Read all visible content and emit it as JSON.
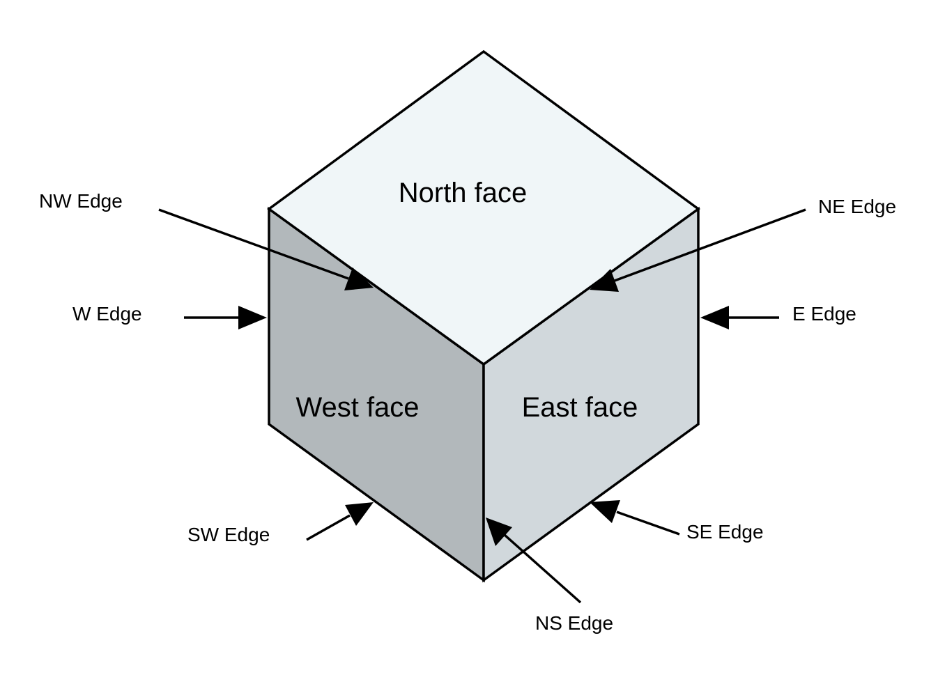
{
  "faces": {
    "north": {
      "label": "North face",
      "color": "#f0f6f8"
    },
    "west": {
      "label": "West face",
      "color": "#b2b8bb"
    },
    "east": {
      "label": "East face",
      "color": "#d1d8dc"
    }
  },
  "edges": {
    "nw": {
      "label": "NW Edge"
    },
    "ne": {
      "label": "NE Edge"
    },
    "w": {
      "label": "W Edge"
    },
    "e": {
      "label": "E Edge"
    },
    "sw": {
      "label": "SW Edge"
    },
    "se": {
      "label": "SE Edge"
    },
    "ns": {
      "label": "NS Edge"
    }
  }
}
